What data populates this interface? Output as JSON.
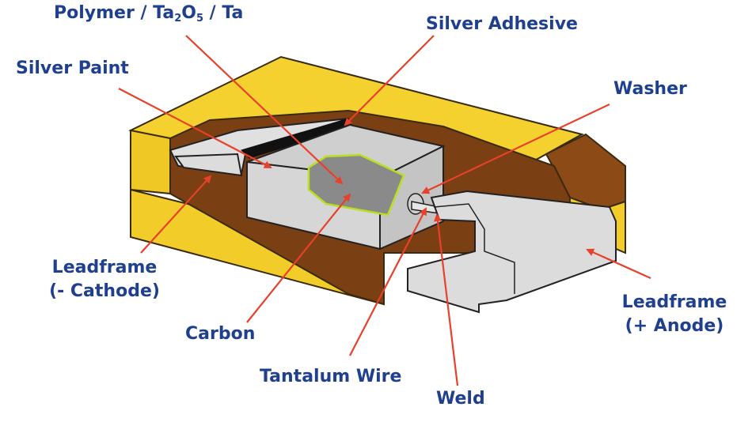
{
  "labels": {
    "polymer": {
      "part1": "Polymer / Ta",
      "sub1": "2",
      "part2": "O",
      "sub2": "5",
      "part3": " / Ta"
    },
    "silver_adhesive": "Silver Adhesive",
    "silver_paint": "Silver Paint",
    "washer": "Washer",
    "leadframe_cathode": {
      "line1": "Leadframe",
      "line2": "(- Cathode)"
    },
    "carbon": "Carbon",
    "tantalum_wire": "Tantalum Wire",
    "weld": "Weld",
    "leadframe_anode": {
      "line1": "Leadframe",
      "line2": "(+ Anode)"
    }
  },
  "colors": {
    "label_text": "#1f3f8f",
    "arrow": "#e8402a",
    "mold_yellow": "#f2d02b",
    "mold_brown": "#7a3f12",
    "silver": "#d8d8d8",
    "core_gray": "#8a8a8a",
    "polymer_outline": "#b8e020"
  }
}
